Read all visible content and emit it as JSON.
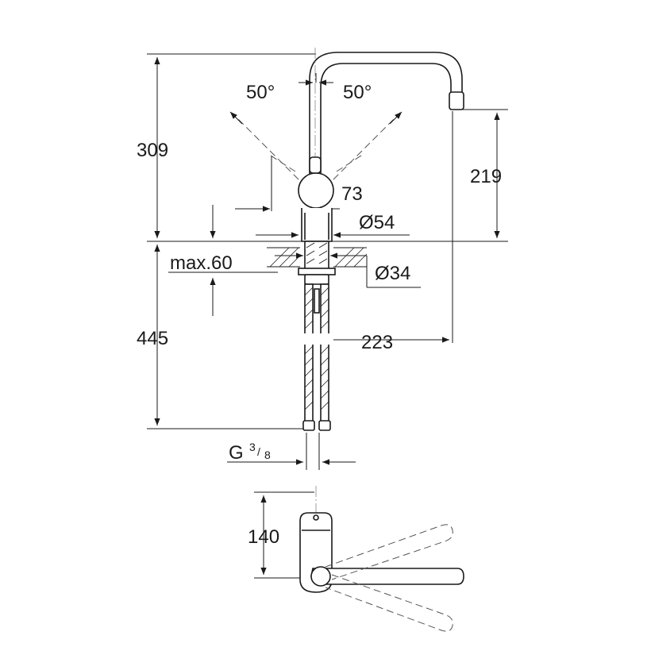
{
  "drawing": {
    "dimensions": {
      "angle_left": "50°",
      "angle_right": "50°",
      "height_total": "309",
      "spout_height": "219",
      "handle_dim": "73",
      "base_diameter": "Ø54",
      "hole_diameter": "Ø34",
      "deck_thickness": "max.60",
      "hose_length": "445",
      "spout_reach": "223",
      "thread_prefix": "G",
      "thread_num": "3",
      "thread_den": "8",
      "plan_depth": "140"
    }
  }
}
